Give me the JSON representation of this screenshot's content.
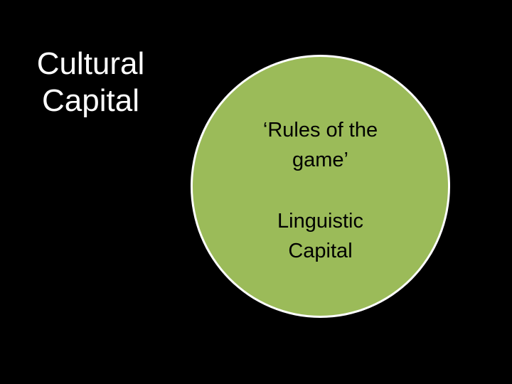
{
  "slide": {
    "title_lines": [
      "Cultural",
      "Capital"
    ],
    "circle": {
      "fill_color": "#9bbb59",
      "border_color": "#ffffff",
      "text_blocks": [
        {
          "lines": [
            "‘Rules of the",
            "game’"
          ]
        },
        {
          "lines": [
            "Linguistic",
            "Capital"
          ]
        }
      ]
    },
    "background_color": "#000000"
  }
}
